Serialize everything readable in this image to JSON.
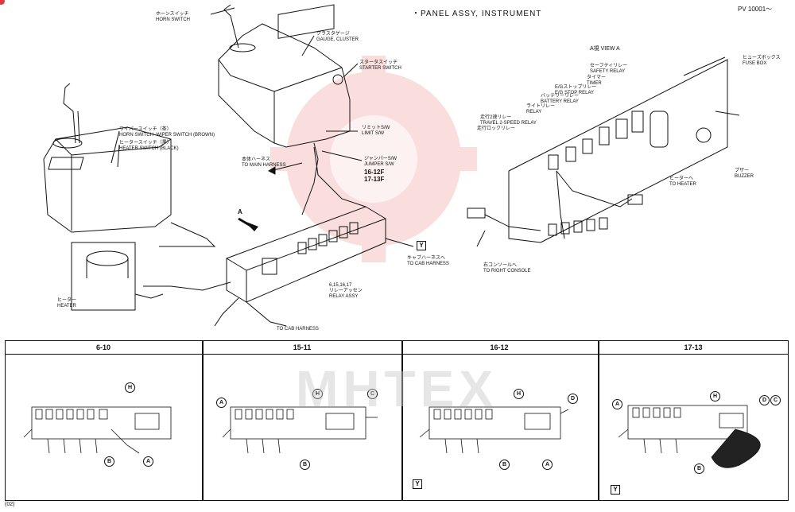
{
  "header": {
    "title": "・PANEL ASSY, INSTRUMENT",
    "serial": "PV 10001～",
    "page_code": "(02)"
  },
  "labels": {
    "horn_switch": "ホーンスイッチ\nHORN SWITCH",
    "gauge_cluster": "クラスタゲージ\nGAUGE, CLUSTER",
    "starter_switch": "スタータスイッチ\nSTARTER SWITCH",
    "wiper_horn": "ワイパースイッチ（茶）\nHORN SWITCH  WIPER SWITCH (BROWN)",
    "heater_switch": "ヒータースイッチ（黒）\nHEATER SWITCH (BLACK)",
    "limit_sw": "リミットS/W\nLIMIT S/W",
    "main_harness": "本体ハーネス\nTO MAIN HARNESS",
    "jumper_sw": "ジャンパーS/W\nJUMPER S/W",
    "jumper_codes": "16-12F\n17-13F",
    "arrow_a": "A",
    "heater": "ヒーター\nHEATER",
    "relay_assy": "6,15,16,17\nリレーアッセン\nRELAY ASSY",
    "cab_harness_1": "キャブハーネスへ\nTO CAB HARNESS",
    "cab_harness_2": "TO CAB HARNESS",
    "y_tag": "Y",
    "right_console": "右コンソールへ\nTO RIGHT CONSOLE",
    "view_a": "A視  VIEW A",
    "safety_relay": "セーフティリレー\nSAFETY RELAY",
    "timer": "タイマー\nTIMER",
    "stop_relay": "E/Gストップリレー\nE/G STOP RELAY",
    "battery_relay": "バッテリーリレー\nBATTERY RELAY",
    "light_relay": "ライトリレー\nRELAY",
    "travel_relay": "走行2速リレー\nTRAVEL 2-SPEED RELAY",
    "travel_lock": "走行ロックリレー",
    "fuse_box": "ヒューズボックス\nFUSE BOX",
    "to_heater": "ヒーターへ\nTO HEATER",
    "buzzer": "ブザー\nBUZZER"
  },
  "panels": [
    {
      "title": "6-10"
    },
    {
      "title": "15-11"
    },
    {
      "title": "16-12"
    },
    {
      "title": "17-13"
    }
  ],
  "callouts": {
    "A": "A",
    "B": "B",
    "C": "C",
    "D": "D",
    "H": "H",
    "Y": "Y"
  },
  "watermark": "MHTEX",
  "colors": {
    "ink": "#111111",
    "watermark_red": "#f2b8b8",
    "corner_mark": "#e23a3a"
  }
}
